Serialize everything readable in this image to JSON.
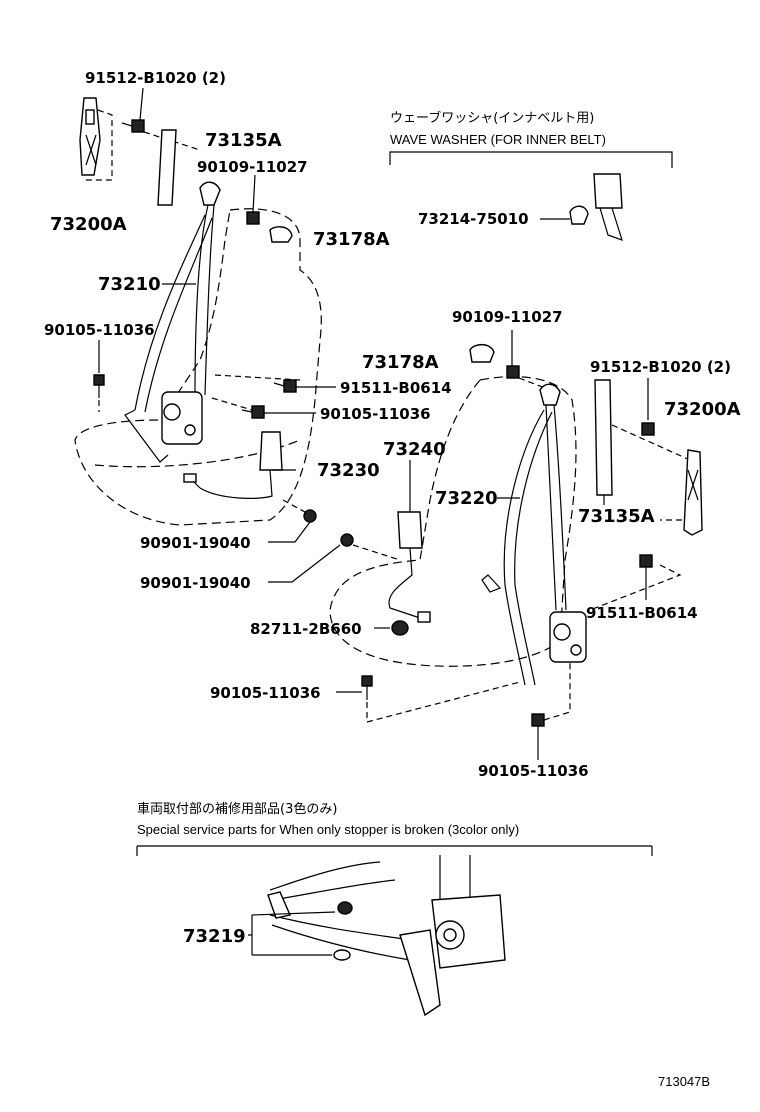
{
  "notes": {
    "wave_washer_jp": "ウェーブワッシャ(インナベルト用)",
    "wave_washer_en": "WAVE WASHER (FOR INNER BELT)",
    "service_jp": "車両取付部の補修用部品(3色のみ)",
    "service_en": "Special service parts for When only stopper is broken (3color only)"
  },
  "labels": {
    "p91512_top": "91512-B1020 (2)",
    "p73135A_left": "73135A",
    "p90109_top": "90109-11027",
    "p73200A_left": "73200A",
    "p73178A_top": "73178A",
    "p73214": "73214-75010",
    "p73210": "73210",
    "p90109_mid": "90109-11027",
    "p90105_left": "90105-11036",
    "p73178A_mid": "73178A",
    "p91512_right": "91512-B1020 (2)",
    "p91511_left": "91511-B0614",
    "p73200A_right": "73200A",
    "p90105_midleft": "90105-11036",
    "p73240": "73240",
    "p73230": "73230",
    "p73220": "73220",
    "p73135A_right": "73135A",
    "p90901_a": "90901-19040",
    "p90901_b": "90901-19040",
    "p91511_right": "91511-B0614",
    "p82711": "82711-2B660",
    "p90105_lower": "90105-11036",
    "p90105_bottom": "90105-11036",
    "p73219": "73219",
    "diagram_code": "713047B"
  }
}
